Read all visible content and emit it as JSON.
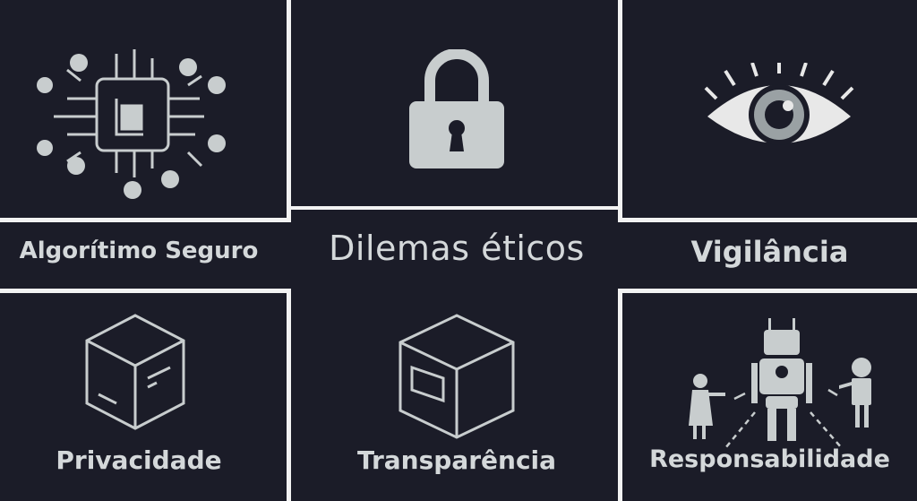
{
  "title": "Dilemas éticos",
  "panels": [
    {
      "label": "Algorítimo Seguro",
      "icon": "circuit-chip-users-icon"
    },
    {
      "label": "",
      "icon": "padlock-icon"
    },
    {
      "label": "Vigilância",
      "icon": "eye-icon"
    },
    {
      "label": "Privacidade",
      "icon": "cube-icon"
    },
    {
      "label": "Transparência",
      "icon": "cube-with-window-icon"
    },
    {
      "label": "Responsabilidade",
      "icon": "robots-and-person-icon"
    }
  ],
  "colors": {
    "background": "#1b1c28",
    "lines": "#f2f2f2",
    "icons": "#c8cdce",
    "text": "#d4d8da"
  }
}
